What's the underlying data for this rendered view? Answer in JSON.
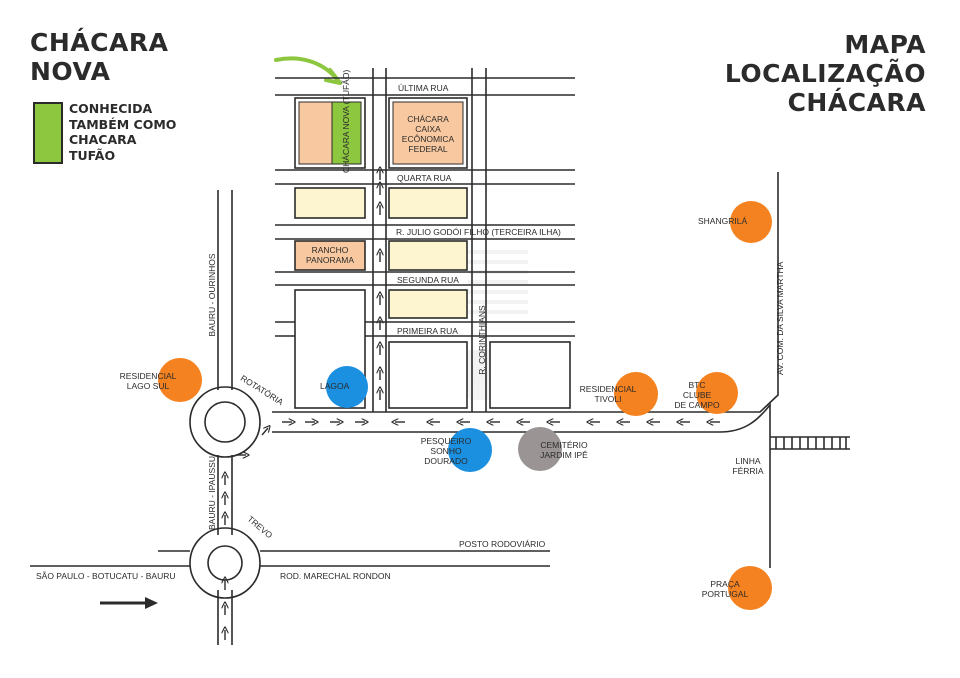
{
  "titles": {
    "left_line1": "CHÁCARA",
    "left_line2": "NOVA",
    "right_line1": "MAPA",
    "right_line2": "LOCALIZAÇÃO",
    "right_line3": "CHÁCARA"
  },
  "legend": {
    "line1": "CONHECIDA",
    "line2": "TAMBÉM COMO",
    "line3": "CHACARA",
    "line4": "TUFÃO",
    "swatch_color": "#8dc63f"
  },
  "colors": {
    "poi_orange": "#f58220",
    "poi_blue": "#1b8fe0",
    "poi_gray": "#9a9494",
    "lot_orange": "#f8c9a0",
    "lot_yellow": "#fdf5cf",
    "highlight_green": "#8dc63f",
    "road_line": "#2b2b2b"
  },
  "streets": {
    "ultima_rua": "ÚLTIMA RUA",
    "quarta_rua": "QUARTA RUA",
    "julio_godoi": "R. JULIO GODÓI FILHO (TERCEIRA ILHA)",
    "segunda_rua": "SEGUNDA RUA",
    "primeira_rua": "PRIMEIRA RUA",
    "corinthians": "R. CORINTHIANS",
    "bauru_ourinhos": "BAURU - OURINHOS",
    "rotatoria": "ROTATÓRIA",
    "bauru_ipaussu": "BAURU - IPAUSSU",
    "trevo": "TREVO",
    "posto_rodoviario": "POSTO RODOVIÁRIO",
    "sp_botucatu_bauru": "SÃO PAULO - BOTUCATU - BAURU",
    "marechal_rondon": "ROD. MARECHAL RONDON",
    "av_martha": "AV. COM. DA SILVA MARTHA",
    "linha_ferria_1": "LINHA",
    "linha_ferria_2": "FÉRRIA"
  },
  "lots": {
    "chacara_nova_tufao": "CHÁCARA NOVA (TUFÃO)",
    "caixa_1": "CHÁCARA",
    "caixa_2": "CAIXA",
    "caixa_3": "ECÔNOMICA",
    "caixa_4": "FEDERAL",
    "rancho_1": "RANCHO",
    "rancho_2": "PANORAMA"
  },
  "places": {
    "shangrila": "SHANGRILÁ",
    "residencial_lago_sul_1": "RESIDENCIAL",
    "residencial_lago_sul_2": "LAGO SUL",
    "lagoa": "LAGOA",
    "pesqueiro_1": "PESQUEIRO",
    "pesqueiro_2": "SONHO",
    "pesqueiro_3": "DOURADO",
    "cemiterio_1": "CEMITÉRIO",
    "cemiterio_2": "JARDIM IPÊ",
    "tivoli_1": "RESIDENCIAL",
    "tivoli_2": "TIVOLI",
    "btc_1": "BTC",
    "btc_2": "CLUBE",
    "btc_3": "DE CAMPO",
    "praca_1": "PRAÇA",
    "praca_2": "PORTUGAL"
  }
}
